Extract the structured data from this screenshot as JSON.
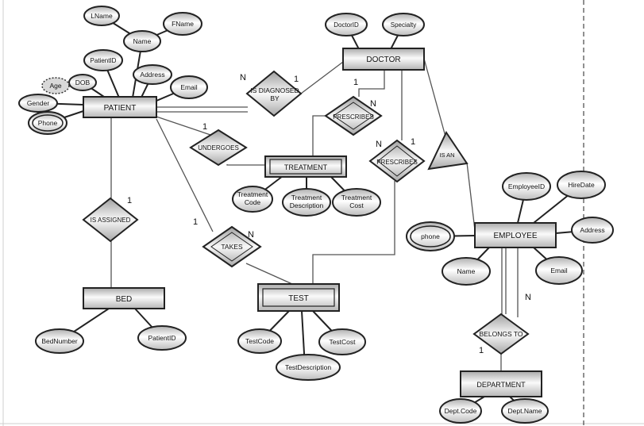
{
  "entities": {
    "patient": "PATIENT",
    "doctor": "DOCTOR",
    "treatment": "TREATMENT",
    "bed": "BED",
    "test": "TEST",
    "employee": "EMPLOYEE",
    "department": "DEPARTMENT"
  },
  "attributes": {
    "lname": "LName",
    "fname": "FName",
    "name": "Name",
    "patientid": "PatientID",
    "address": "Address",
    "email": "Email",
    "dob": "DOB",
    "age": "Age",
    "gender": "Gender",
    "phone": "Phone",
    "doctorid": "DoctorID",
    "specialty": "Specialty",
    "treatment_code": "Treatment Code",
    "treatment_description": "Treatment Description",
    "treatment_cost": "Treatment Cost",
    "bednumber": "BedNumber",
    "bed_patientid": "PatientID",
    "testcode": "TestCode",
    "testcost": "TestCost",
    "testdescription": "TestDescription",
    "employeeid": "EmployeeID",
    "hiredate": "HireDate",
    "emp_address": "Address",
    "emp_phone": "phone",
    "emp_name": "Name",
    "emp_email": "Email",
    "dept_code": "Dept.Code",
    "dept_name": "Dept.Name"
  },
  "relationships": {
    "is_diagnosed_by": "IS DIAGNOSED BY",
    "prescribes_treatment": "PRESCRIBES",
    "prescribes_test": "PRESCRIBES",
    "undergoes": "UNDERGOES",
    "is_assigned": "IS ASSIGNED",
    "takes": "TAKES",
    "is_an": "IS AN",
    "belongs_to": "BELONGS TO"
  },
  "cardinalities": {
    "diag_n": "N",
    "diag_1": "1",
    "presc_treat_1": "1",
    "presc_treat_n": "N",
    "presc_test_n": "N",
    "presc_test_1": "1",
    "undergoes_1": "1",
    "assigned_1": "1",
    "takes_1": "1",
    "takes_n": "N",
    "belongs_n": "N",
    "belongs_1": "1"
  }
}
